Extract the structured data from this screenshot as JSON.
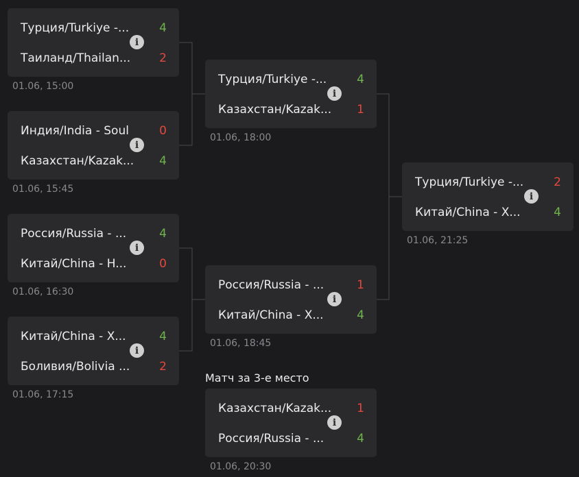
{
  "rounds": {
    "quarterfinals": [
      {
        "team1": "Турция/Turkiye -...",
        "score1": "4",
        "result1": "win",
        "team2": "Таиланд/Thailan...",
        "score2": "2",
        "result2": "loss",
        "time": "01.06, 15:00"
      },
      {
        "team1": "Индия/India - Soul",
        "score1": "0",
        "result1": "loss",
        "team2": "Казахстан/Kazak...",
        "score2": "4",
        "result2": "win",
        "time": "01.06, 15:45"
      },
      {
        "team1": "Россия/Russia - ...",
        "score1": "4",
        "result1": "win",
        "team2": "Китай/China - H...",
        "score2": "0",
        "result2": "loss",
        "time": "01.06, 16:30"
      },
      {
        "team1": "Китай/China - X...",
        "score1": "4",
        "result1": "win",
        "team2": "Боливия/Bolivia ...",
        "score2": "2",
        "result2": "loss",
        "time": "01.06, 17:15"
      }
    ],
    "semifinals": [
      {
        "team1": "Турция/Turkiye -...",
        "score1": "4",
        "result1": "win",
        "team2": "Казахстан/Kazak...",
        "score2": "1",
        "result2": "loss",
        "time": "01.06, 18:00"
      },
      {
        "team1": "Россия/Russia - ...",
        "score1": "1",
        "result1": "loss",
        "team2": "Китай/China - X...",
        "score2": "4",
        "result2": "win",
        "time": "01.06, 18:45"
      }
    ],
    "final": {
      "team1": "Турция/Turkiye -...",
      "score1": "2",
      "result1": "loss",
      "team2": "Китай/China - X...",
      "score2": "4",
      "result2": "win",
      "time": "01.06, 21:25"
    },
    "third_place": {
      "label": "Матч за 3-е место",
      "team1": "Казахстан/Kazak...",
      "score1": "1",
      "result1": "loss",
      "team2": "Россия/Russia - ...",
      "score2": "4",
      "result2": "win",
      "time": "01.06, 20:30"
    }
  },
  "icons": {
    "info": "info-icon"
  },
  "colors": {
    "background": "#1b1b1d",
    "card": "#2a2a2d",
    "win": "#6fb34c",
    "loss": "#e5483d",
    "time": "#8a8a8e",
    "connector": "#4a4a4e"
  }
}
